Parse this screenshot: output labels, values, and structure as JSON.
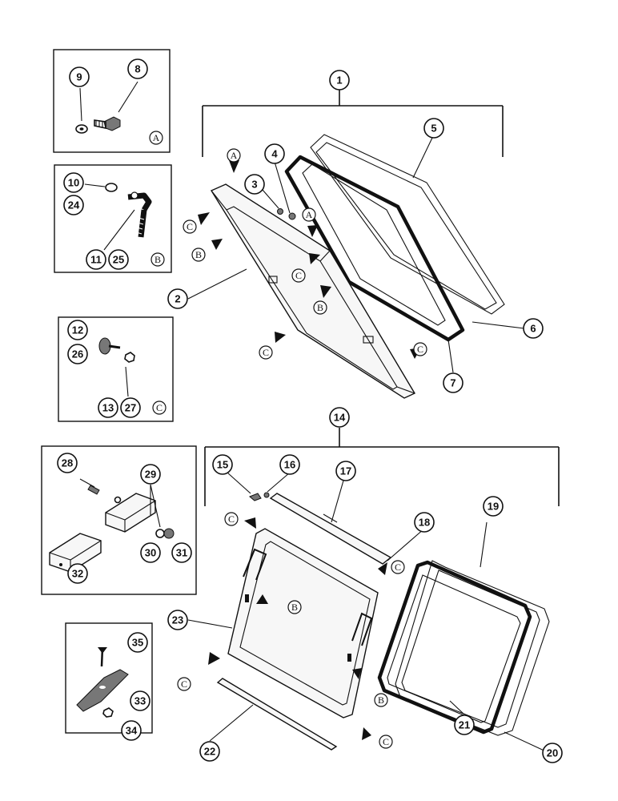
{
  "callouts": [
    {
      "id": "c1",
      "text": "1"
    },
    {
      "id": "c2",
      "text": "2"
    },
    {
      "id": "c3",
      "text": "3"
    },
    {
      "id": "c4",
      "text": "4"
    },
    {
      "id": "c5",
      "text": "5"
    },
    {
      "id": "c6",
      "text": "6"
    },
    {
      "id": "c7",
      "text": "7"
    },
    {
      "id": "c8",
      "text": "8"
    },
    {
      "id": "c9",
      "text": "9"
    },
    {
      "id": "c10",
      "text": "10"
    },
    {
      "id": "c11",
      "text": "11"
    },
    {
      "id": "c12",
      "text": "12"
    },
    {
      "id": "c13",
      "text": "13"
    },
    {
      "id": "c14",
      "text": "14"
    },
    {
      "id": "c15",
      "text": "15"
    },
    {
      "id": "c16",
      "text": "16"
    },
    {
      "id": "c17",
      "text": "17"
    },
    {
      "id": "c18",
      "text": "18"
    },
    {
      "id": "c19",
      "text": "19"
    },
    {
      "id": "c20",
      "text": "20"
    },
    {
      "id": "c21",
      "text": "21"
    },
    {
      "id": "c22",
      "text": "22"
    },
    {
      "id": "c23",
      "text": "23"
    },
    {
      "id": "c24",
      "text": "24"
    },
    {
      "id": "c25",
      "text": "25"
    },
    {
      "id": "c26",
      "text": "26"
    },
    {
      "id": "c27",
      "text": "27"
    },
    {
      "id": "c28",
      "text": "28"
    },
    {
      "id": "c29",
      "text": "29"
    },
    {
      "id": "c30",
      "text": "30"
    },
    {
      "id": "c31",
      "text": "31"
    },
    {
      "id": "c32",
      "text": "32"
    },
    {
      "id": "c33",
      "text": "33"
    },
    {
      "id": "c34",
      "text": "34"
    },
    {
      "id": "c35",
      "text": "35"
    }
  ],
  "letters": {
    "a": "A",
    "b": "B",
    "c": "C"
  }
}
